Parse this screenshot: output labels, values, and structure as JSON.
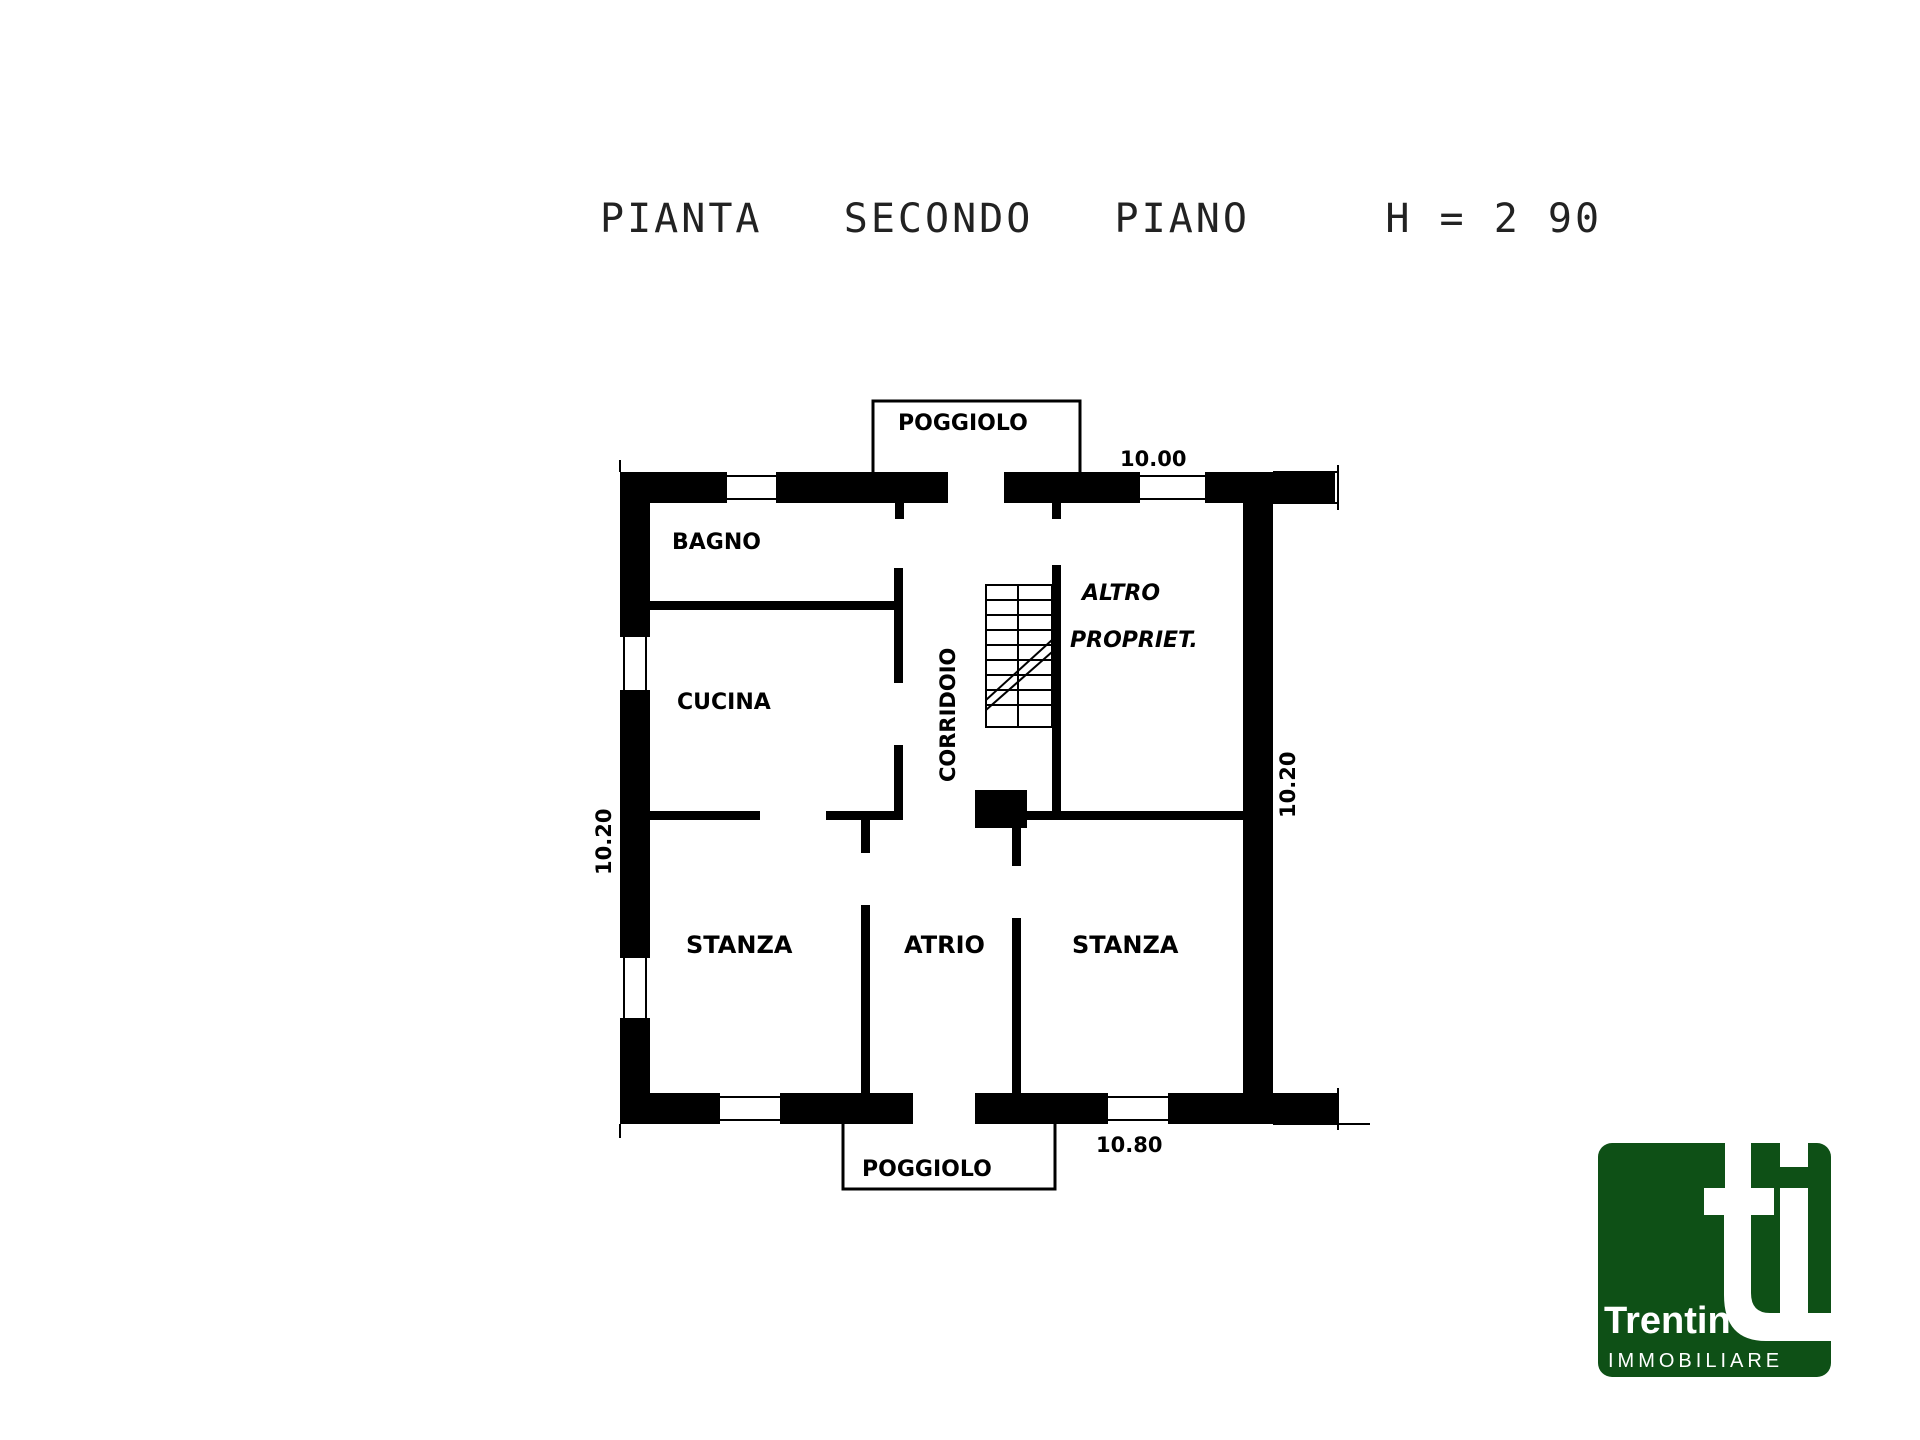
{
  "title": "PIANTA   SECONDO   PIANO     H = 2 90",
  "rooms": {
    "bagno": "BAGNO",
    "cucina": "CUCINA",
    "corridoio": "CORRIDOIO",
    "altro_line1": "ALTRO",
    "altro_line2": "PROPRIET.",
    "stanza_left": "STANZA",
    "atrio": "ATRIO",
    "stanza_right": "STANZA",
    "poggiolo_top": "POGGIOLO",
    "poggiolo_bottom": "POGGIOLO"
  },
  "dimensions": {
    "top": "10.00",
    "bottom": "10.80",
    "left": "10.20",
    "right": "10.20"
  },
  "logo": {
    "letter": "t",
    "name": "Trentin",
    "subtitle": "IMMOBILIARE",
    "color": "#0e5016"
  }
}
